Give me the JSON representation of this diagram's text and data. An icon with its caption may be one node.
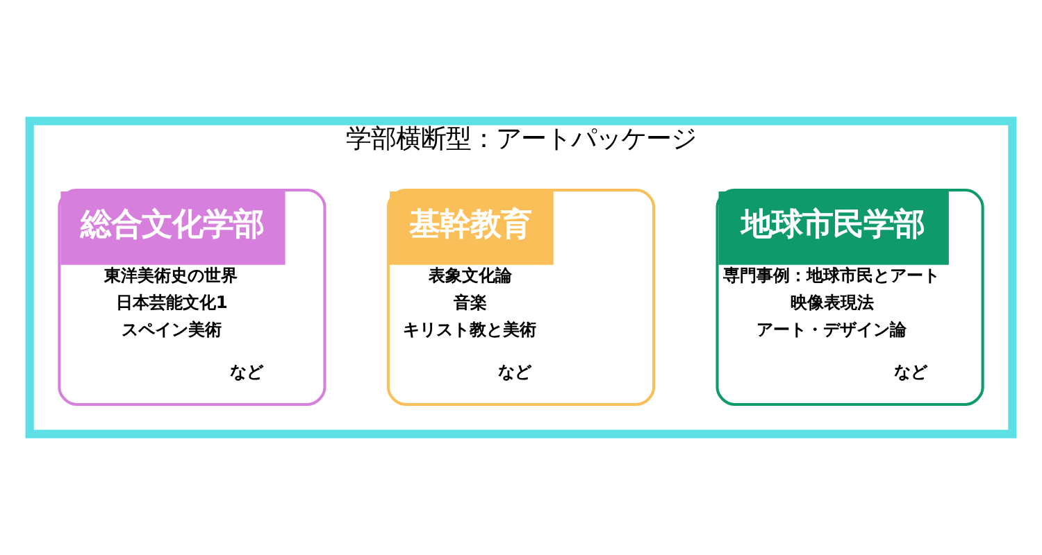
{
  "diagram": {
    "nodes": [
      {
        "text": [
          "学部横断型：アートパッケージ"
        ]
      },
      {
        "text": [
          "総合文化学部",
          "東洋美術史の世界",
          "日本芸能文化1",
          "スペイン美術",
          "など"
        ],
        "in": 0
      },
      {
        "text": [
          "基幹教育",
          "表象文化論",
          "音楽",
          "キリスト教と美術",
          "など"
        ],
        "in": 0
      },
      {
        "text": [
          "地球市民学部",
          "専門事例：地球市民とアート",
          "映像表現法",
          "アート・デザイン論",
          "など"
        ],
        "in": 0
      }
    ]
  }
}
